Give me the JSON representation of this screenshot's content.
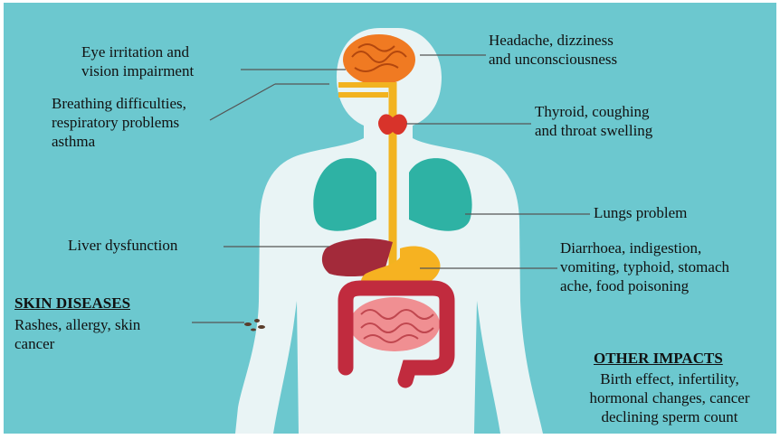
{
  "labels": {
    "eye": "Eye irritation and\nvision impairment",
    "breathing": "Breathing difficulties,\nrespiratory problems\nasthma",
    "liver": "Liver dysfunction",
    "head": "Headache, dizziness\nand unconsciousness",
    "thyroid": "Thyroid, coughing\nand throat swelling",
    "lungs": "Lungs problem",
    "digestive": "Diarrhoea, indigestion,\nvomiting, typhoid, stomach\nache, food poisoning"
  },
  "skin": {
    "heading": "SKIN DISEASES",
    "text": "Rashes, allergy, skin\ncancer"
  },
  "other": {
    "heading": "OTHER IMPACTS",
    "text": "Birth effect, infertility,\nhormonal changes, cancer\ndeclining sperm count"
  },
  "colors": {
    "background": "#6cc8cf",
    "body": "#e9f4f5",
    "brain": "#f07a22",
    "airway": "#f2b320",
    "thyroid": "#d8332a",
    "lungs": "#2eb2a4",
    "liver": "#a32a3a",
    "stomach": "#f6b221",
    "intestine": "#c12b3e",
    "small_intestine": "#f08f92"
  }
}
